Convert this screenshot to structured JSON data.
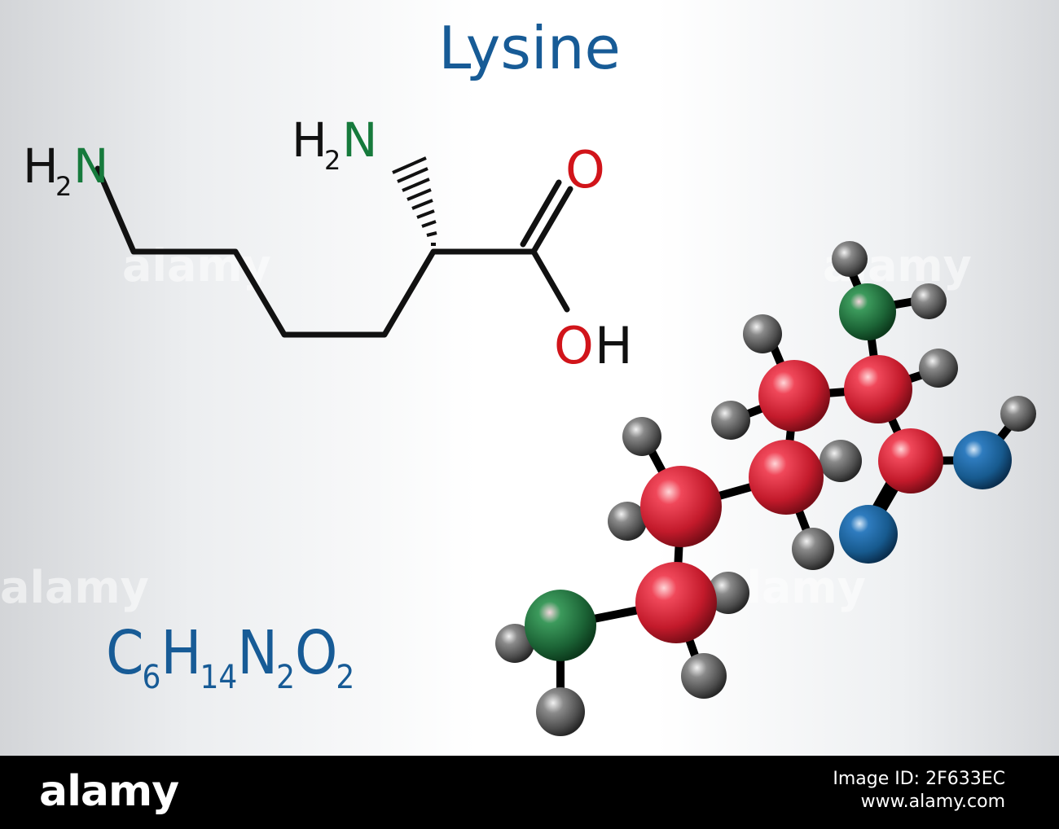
{
  "title": "Lysine",
  "skeletal": {
    "amine_left": {
      "h": "H",
      "sub": "2",
      "n": "N"
    },
    "amine_alpha": {
      "h": "H",
      "sub": "2",
      "n": "N"
    },
    "carbonyl_o": "O",
    "hydroxyl": {
      "o": "O",
      "h": "H"
    }
  },
  "formula": {
    "parts": [
      {
        "el": "C",
        "n": "6"
      },
      {
        "el": "H",
        "n": "14"
      },
      {
        "el": "N",
        "n": "2"
      },
      {
        "el": "O",
        "n": "2"
      }
    ]
  },
  "colors": {
    "title": "#175b96",
    "nitrogen_label": "#167a3c",
    "oxygen_label": "#d1141a",
    "carbon_ball": "#d32030",
    "nitrogen_ball": "#1f6b3c",
    "oxygen_ball": "#175a8e",
    "hydrogen_ball": "#5a5a5a"
  },
  "watermark": {
    "text": "alamy"
  },
  "footer": {
    "brand": "alamy",
    "image_id": "Image ID: 2F633EC",
    "url": "www.alamy.com"
  }
}
